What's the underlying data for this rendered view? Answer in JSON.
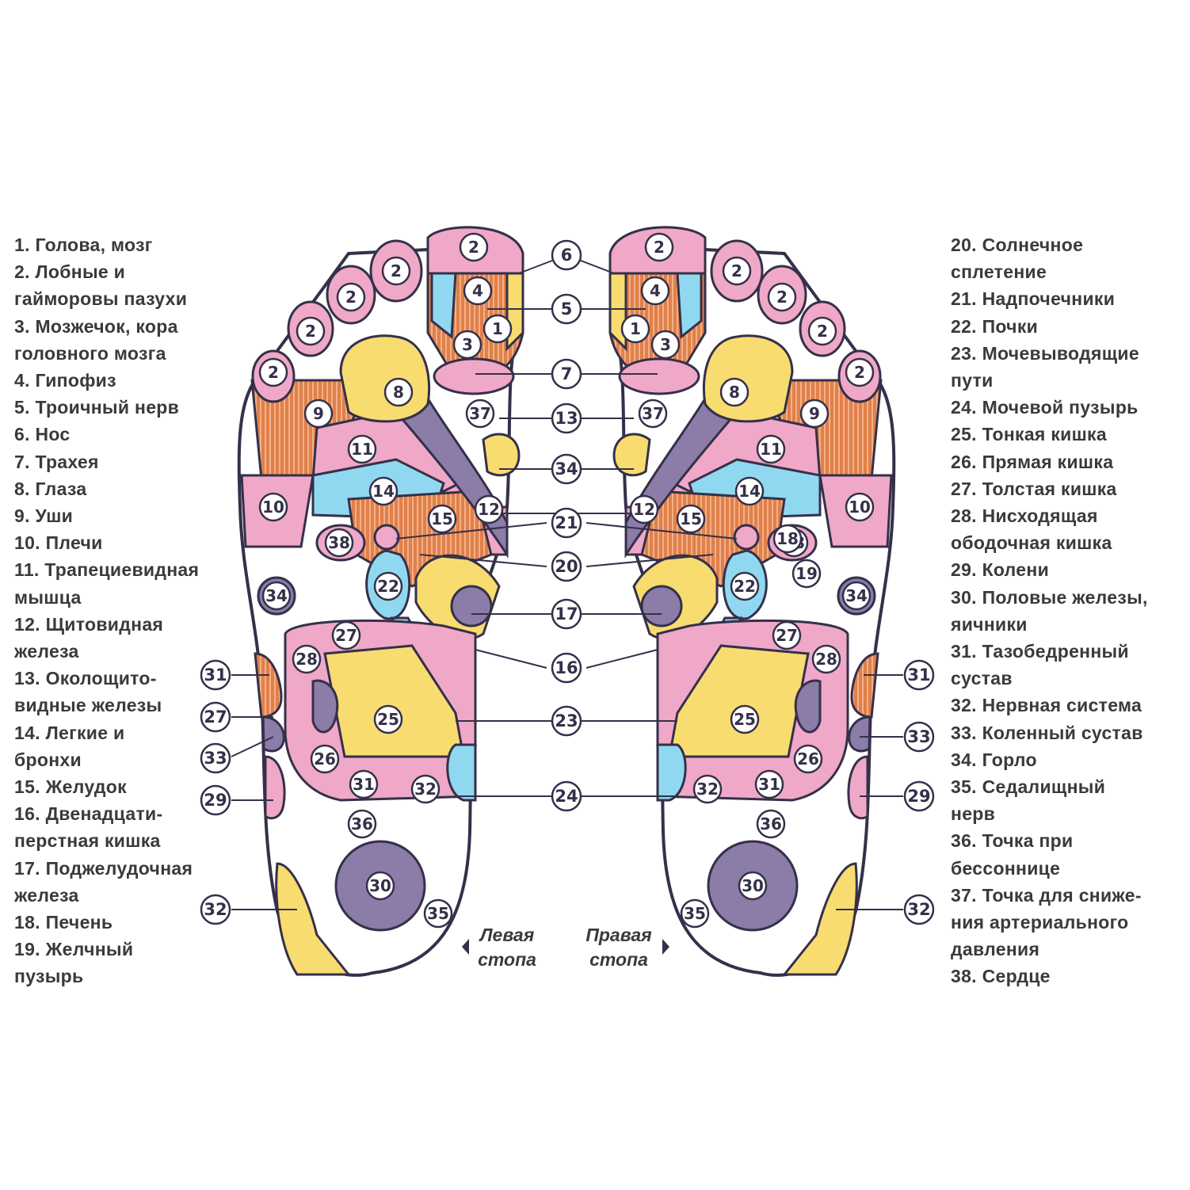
{
  "legend_left": [
    "1. Голова, мозг",
    "2. Лобные и",
    "гайморовы пазухи",
    "3. Мозжечок, кора",
    "головного мозга",
    "4. Гипофиз",
    "5. Троичный нерв",
    "6. Нос",
    "7. Трахея",
    "8. Глаза",
    "9. Уши",
    "10. Плечи",
    "11. Трапециевидная",
    "мышца",
    "12. Щитовидная",
    "железа",
    "13. Околощито-",
    "видные железы",
    "14. Легкие и",
    "бронхи",
    "15. Желудок",
    "16. Двенадцати-",
    "перстная кишка",
    "17. Поджелудочная",
    "железа",
    "18. Печень",
    "19. Желчный",
    "пузырь"
  ],
  "legend_right": [
    "20. Солнечное",
    "сплетение",
    "21. Надпочечники",
    "22. Почки",
    "23. Мочевыводящие",
    "пути",
    "24. Мочевой пузырь",
    "25. Тонкая кишка",
    "26. Прямая кишка",
    "27. Толстая кишка",
    "28. Нисходящая",
    "ободочная кишка",
    "29. Колени",
    "30. Половые железы,",
    "яичники",
    "31. Тазобедренный",
    "сустав",
    "32. Нервная система",
    "33. Коленный сустав",
    "34. Горло",
    "35. Седалищный",
    "нерв",
    "36. Точка при",
    "бессоннице",
    "37. Точка для сниже-",
    "ния артериального",
    "давления",
    "38. Сердце"
  ],
  "left_foot_label": [
    "Левая",
    "стопа"
  ],
  "right_foot_label": [
    "Правая",
    "стопа"
  ],
  "center_markers": [
    "6",
    "5",
    "7",
    "13",
    "34",
    "21",
    "20",
    "17",
    "16",
    "23",
    "24"
  ],
  "side_markers": [
    "31",
    "27",
    "33",
    "29",
    "32"
  ],
  "zones": {
    "toe": "2",
    "pituitary": "4",
    "head": "1",
    "cerebellum": "3",
    "eyes": "8",
    "ears": "9",
    "shoulders": "10",
    "trapezius": "11",
    "thyroid": "12",
    "lungs": "14",
    "stomach": "15",
    "heart": "38",
    "liver": "18",
    "gallbladder": "19",
    "kidney": "22",
    "small_intestine": "25",
    "rectum": "26",
    "large_intestine": "27",
    "descending_colon": "28",
    "gonads": "30",
    "hip": "31",
    "nervous_system": "32",
    "throat": "34",
    "sciatic": "35",
    "insomnia": "36",
    "pressure": "37"
  },
  "colors": {
    "pink": "#f0a8c8",
    "yellow": "#f8dc70",
    "blue": "#90d8f0",
    "purple": "#8c7ca8",
    "orange_stripe": "#e0804a",
    "outline": "#35304a",
    "text": "#3a3a3a"
  }
}
